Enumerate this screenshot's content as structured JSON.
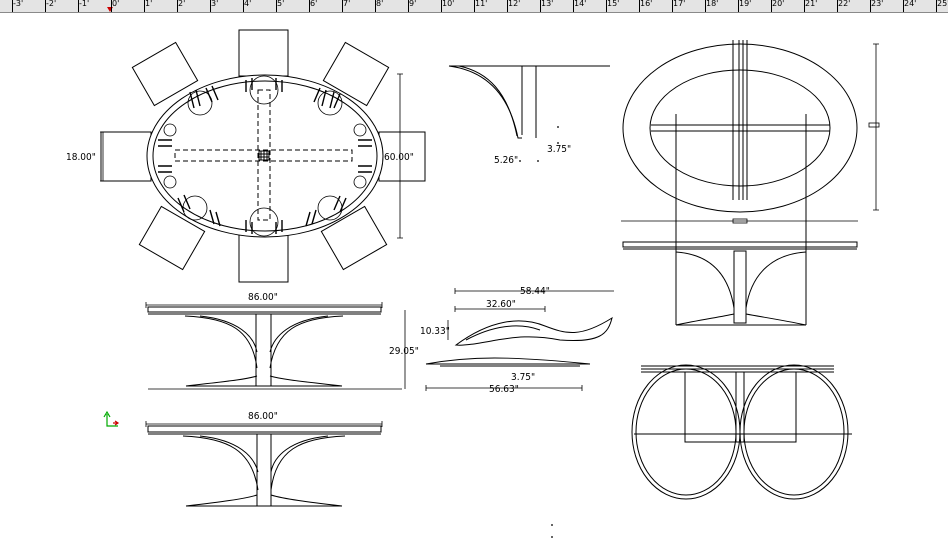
{
  "ruler": {
    "labels": [
      "-3'",
      "-2'",
      "-1'",
      "0'",
      "1'",
      "2'",
      "3'",
      "4'",
      "5'",
      "6'",
      "7'",
      "8'",
      "9'",
      "10'",
      "11'",
      "12'",
      "13'",
      "14'",
      "15'",
      "16'",
      "17'",
      "18'",
      "19'",
      "20'",
      "21'",
      "22'",
      "23'",
      "24'",
      "25'"
    ]
  },
  "dims": {
    "plan_width": "18.00\"",
    "plan_depth": "60.00\"",
    "detail_a": "3.75\"",
    "detail_b": "5.26\"",
    "elev_length": "86.00\"",
    "elev_height": "29.05\"",
    "elev2_length": "86.00\"",
    "base_top_width": "58.44\"",
    "base_inner_width": "32.60\"",
    "base_height": "10.33\"",
    "base_thickness": "3.75\"",
    "base_bottom_width": "56.63\""
  },
  "colors": {
    "axis_x": "#cc0000",
    "axis_y": "#00aa00"
  }
}
